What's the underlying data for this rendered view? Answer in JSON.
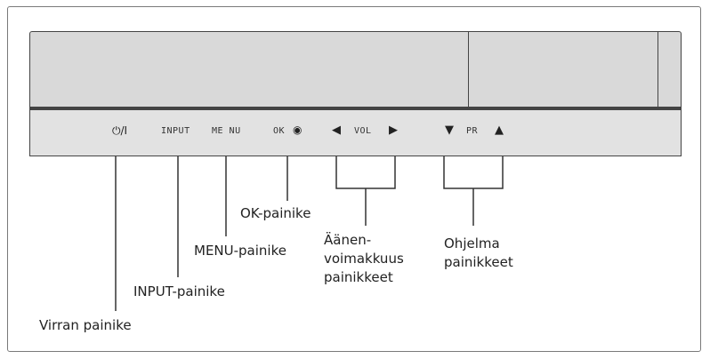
{
  "controls": {
    "power_symbol": "⏻/I",
    "input": "INPUT",
    "menu": "ME NU",
    "ok": "OK",
    "vol": "VOL",
    "pr": "PR"
  },
  "labels": {
    "power": "Virran painike",
    "input": "INPUT-painike",
    "menu": "MENU-painike",
    "ok": "OK-painike",
    "volume_line1": "Äänen-",
    "volume_line2": "voimakkuus",
    "volume_line3": "painikkeet",
    "program_line1": "Ohjelma",
    "program_line2": "painikkeet"
  }
}
